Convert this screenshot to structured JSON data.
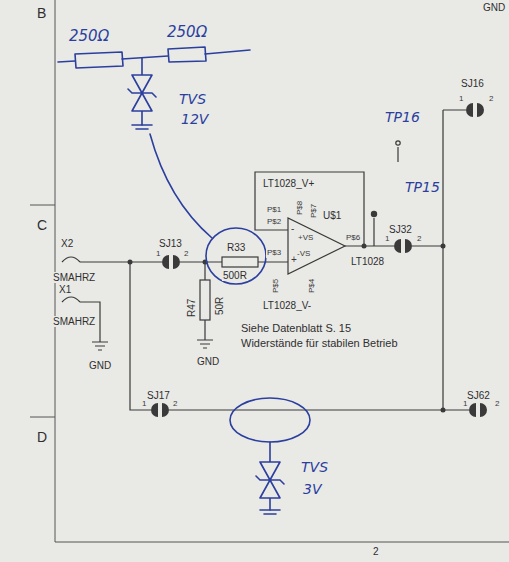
{
  "diagram": {
    "labels": [
      "GND",
      "B",
      "250Ω",
      "250Ω",
      "TVS",
      "12V",
      "TP16",
      "SJ16",
      "1",
      "2",
      "C",
      "TP15",
      "LT1028_V+",
      "P$1",
      "P$2",
      "P$8",
      "P$7",
      "+VS",
      "-",
      "U$1",
      "P$6",
      "SJ32",
      "1",
      "2",
      "X2",
      "SJ13",
      "1",
      "2",
      "R33",
      "500R",
      "P$3",
      "+",
      "-VS",
      "LT1028",
      "SMAHRZ",
      "X1",
      "P$4",
      "P$5",
      "R47",
      "50R",
      "LT1028_V-",
      "SMAHRZ",
      "Siehe Datenblatt S. 15",
      "Widerstände für stabilen Betrieb",
      "GND",
      "GND",
      "D",
      "SJ17",
      "1",
      "2",
      "SJ62",
      "1",
      "2",
      "TVS",
      "3V",
      "2"
    ]
  }
}
